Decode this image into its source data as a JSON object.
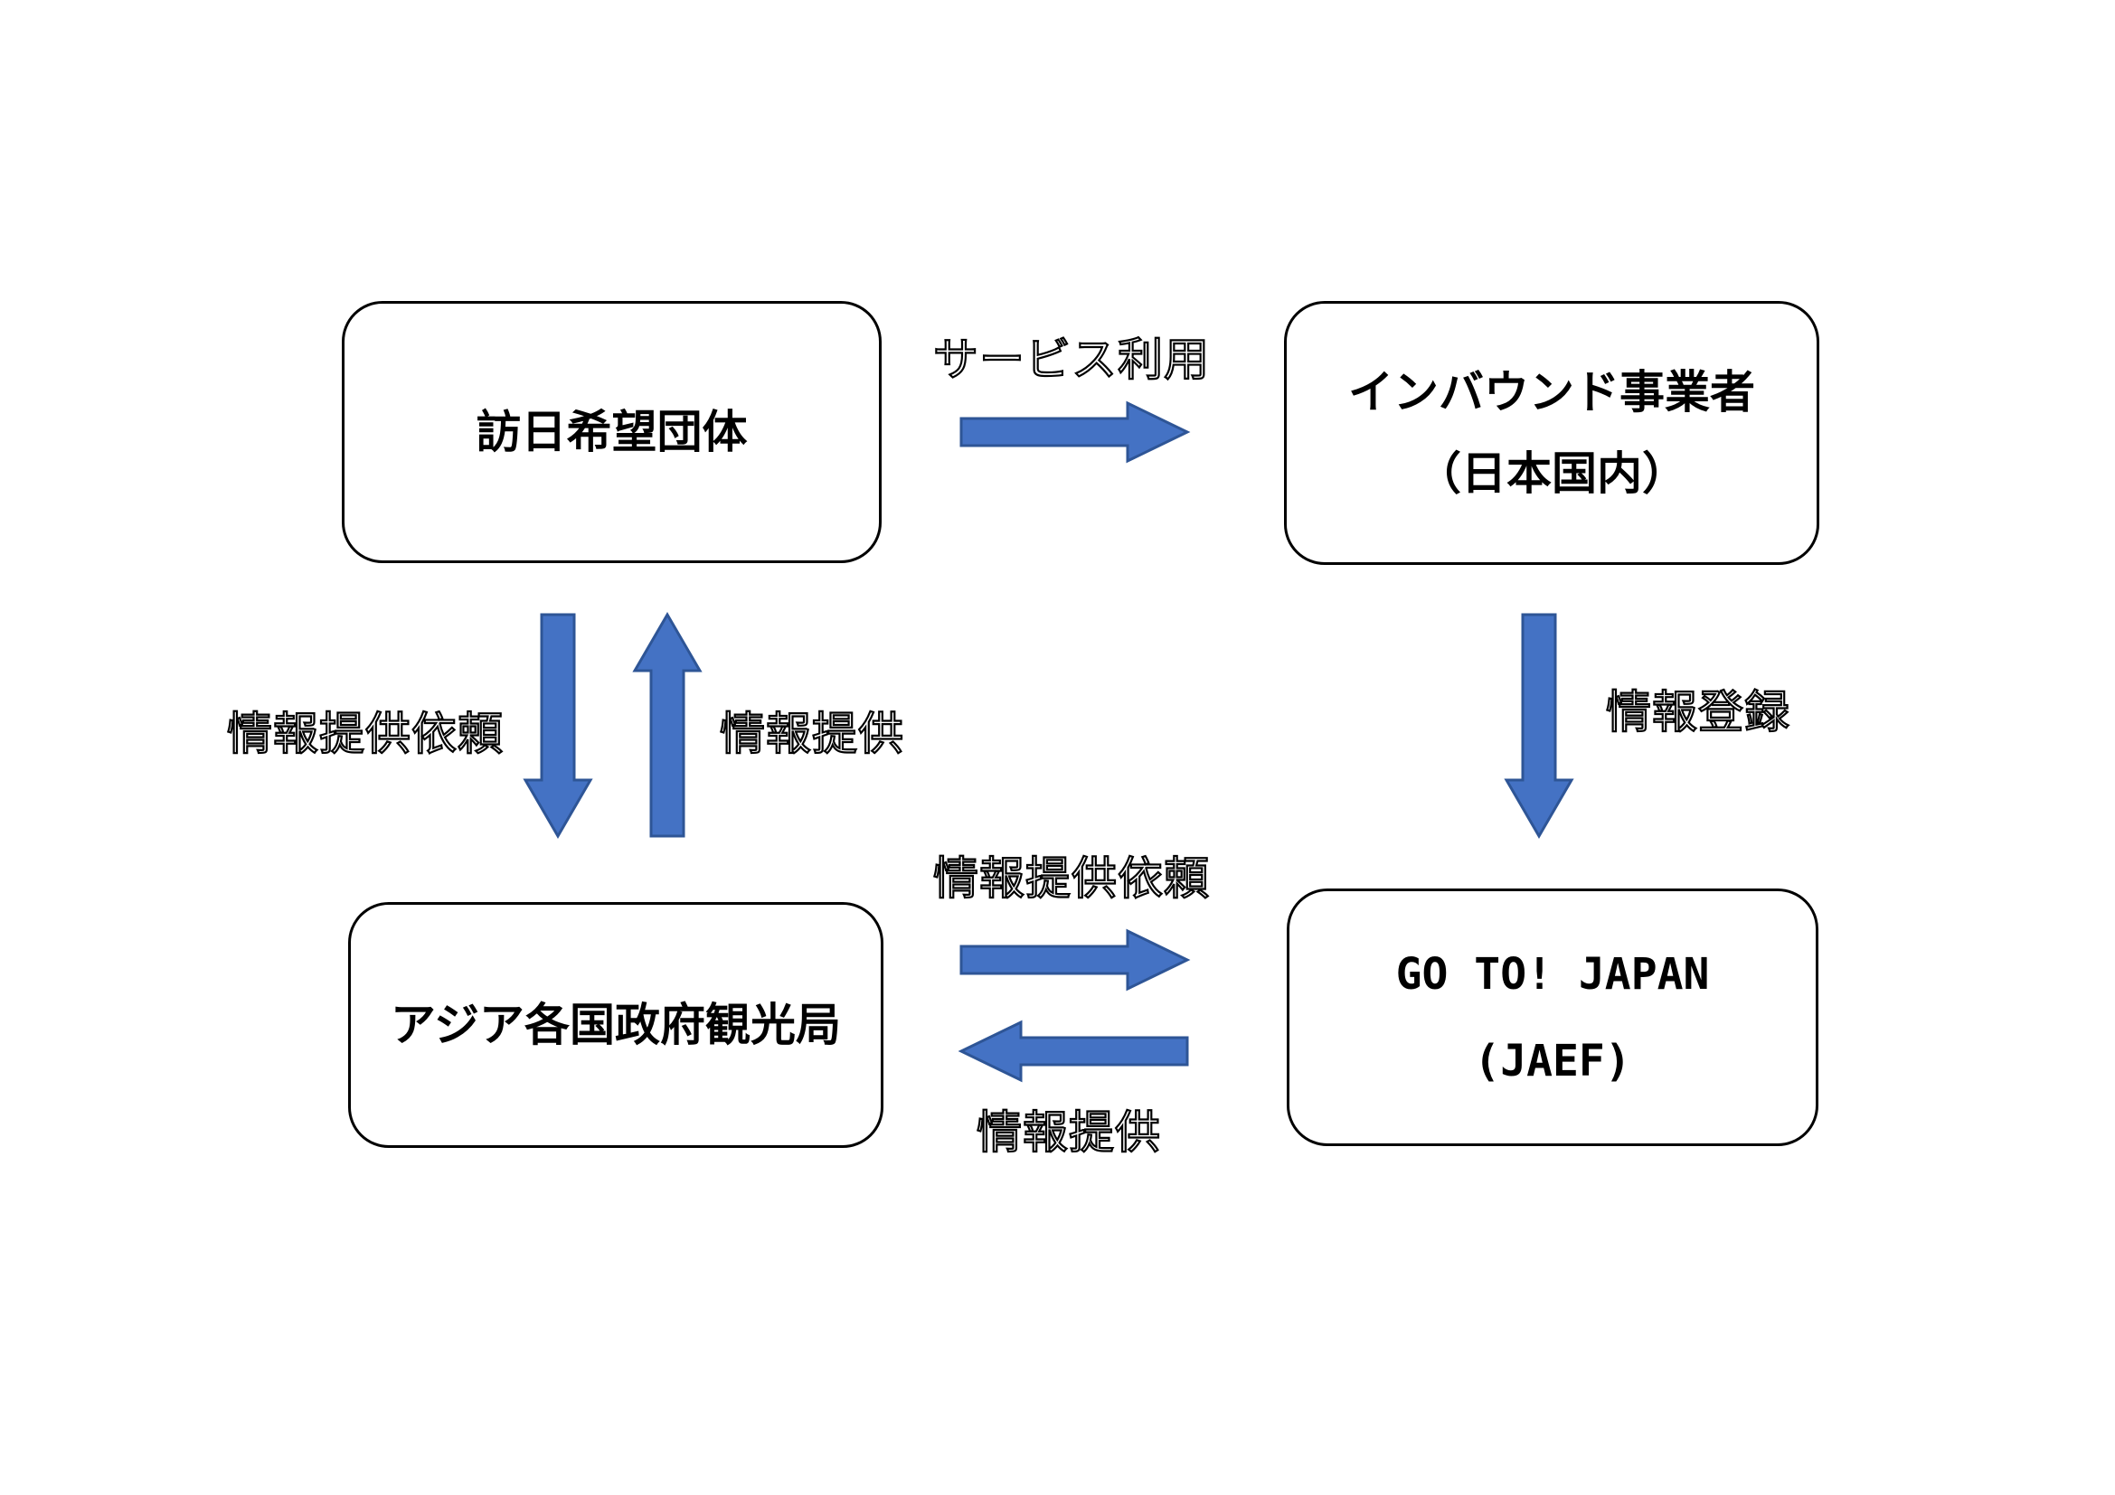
{
  "nodes": {
    "visitor_groups": {
      "label": "訪日希望団体"
    },
    "inbound_operators": {
      "line1": "インバウンド事業者",
      "line2": "（日本国内）"
    },
    "asia_govt_tourism_bureaus": {
      "label": "アジア各国政府観光局"
    },
    "go_to_japan": {
      "line1": "GO TO! JAPAN",
      "line2": "(JAEF)"
    }
  },
  "edge_labels": {
    "service_use": "サービス利用",
    "info_provision_request_left": "情報提供依頼",
    "info_provision_left": "情報提供",
    "info_registration": "情報登録",
    "info_provision_request_bottom": "情報提供依頼",
    "info_provision_bottom": "情報提供"
  },
  "colors": {
    "arrow_fill": "#4472C4",
    "arrow_stroke": "#2E5596",
    "box_border": "#000000",
    "box_fill": "#FFFFFF",
    "node_text": "#000000",
    "edge_label_fill": "#FFFFFF",
    "edge_label_outline": "#000000",
    "background": "#FFFFFF"
  }
}
